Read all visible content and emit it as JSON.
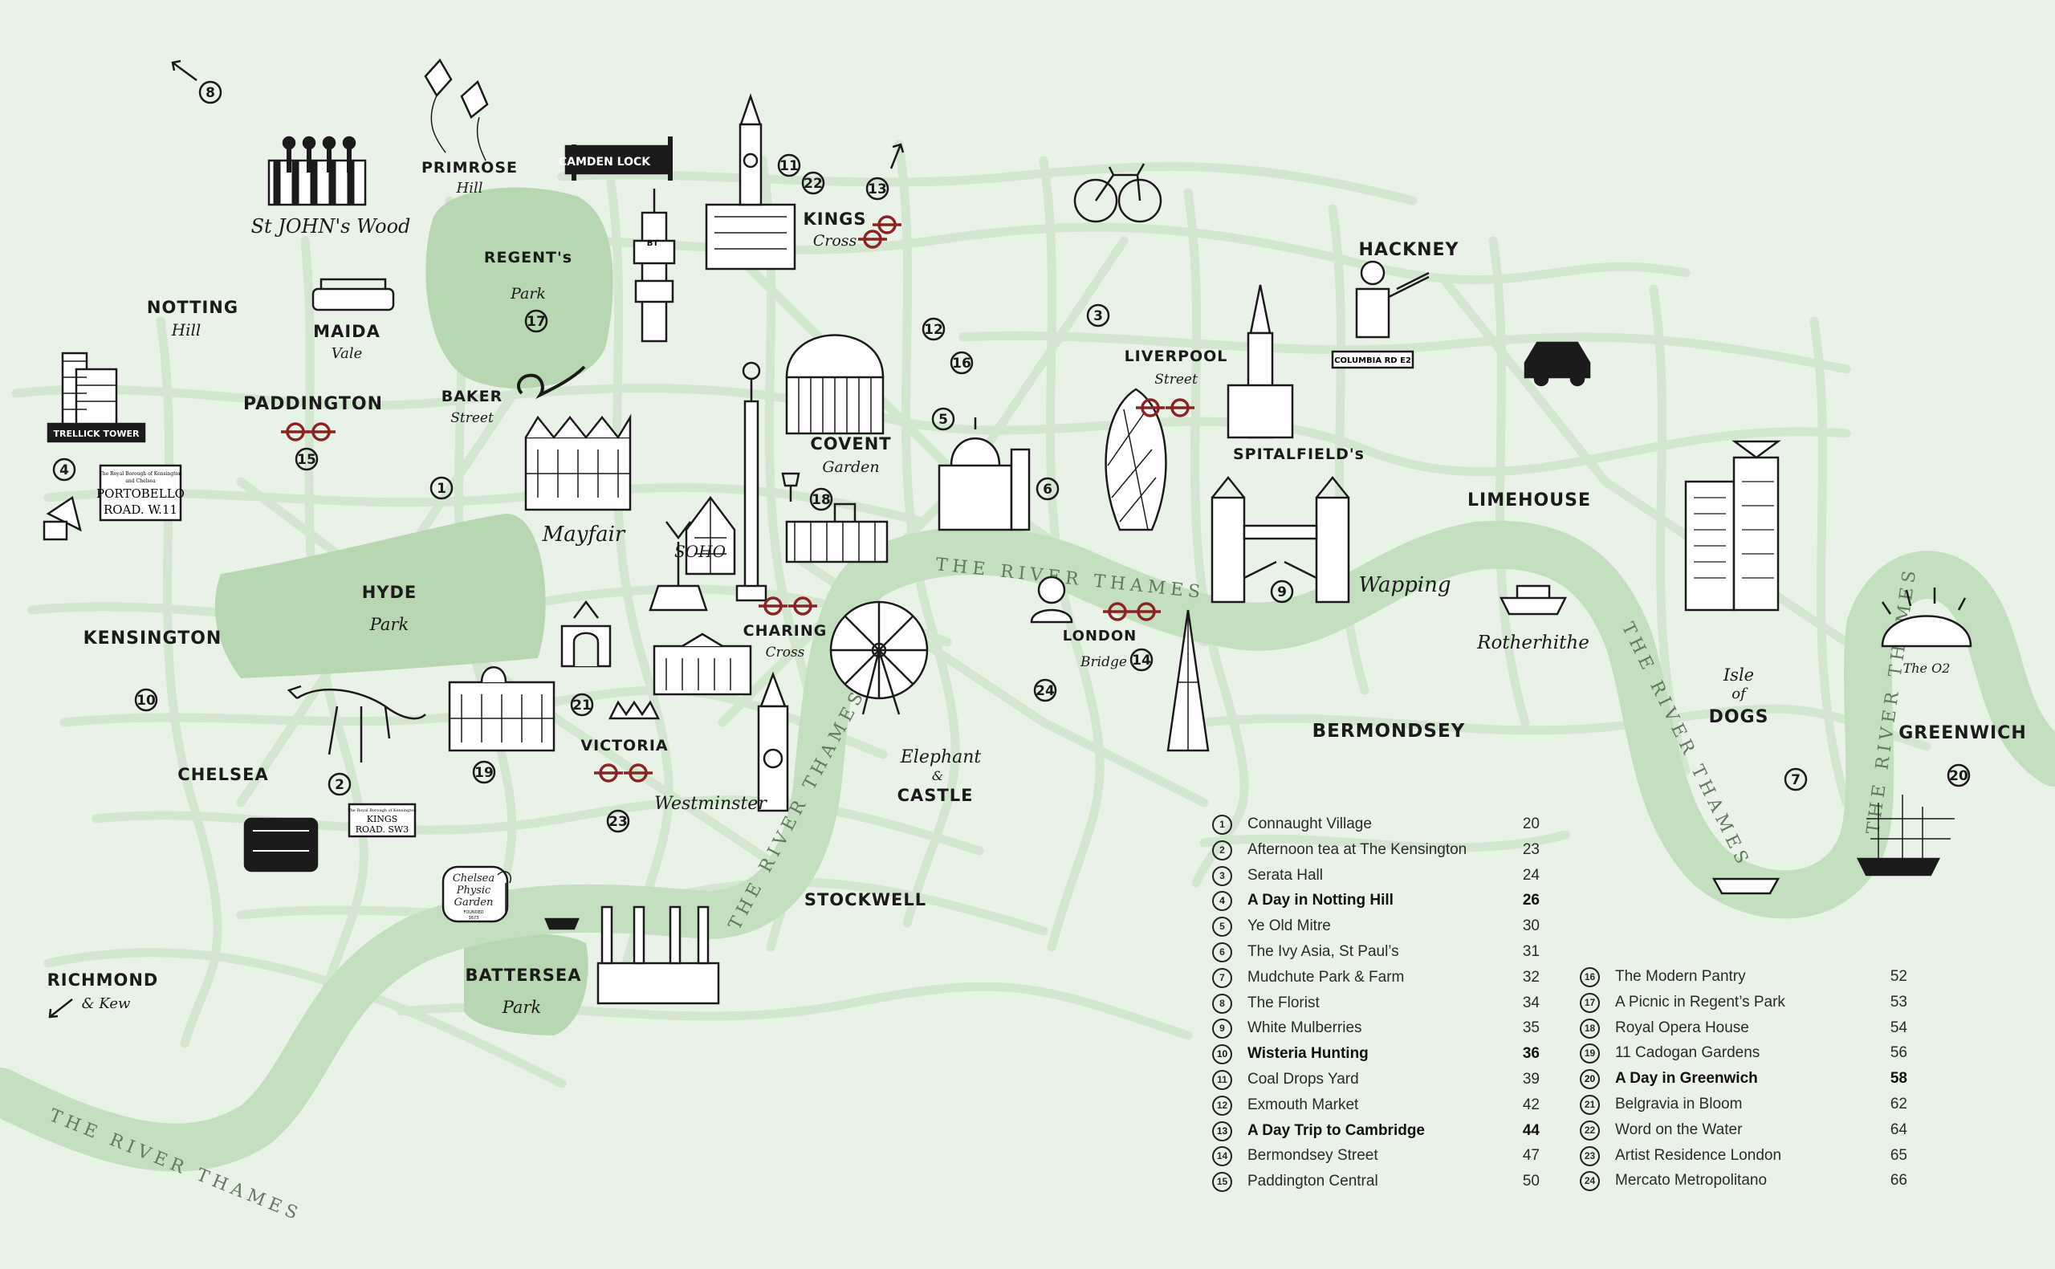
{
  "districts": {
    "st_johns_wood": "St JOHN's Wood",
    "primrose_hill": [
      "PRIMROSE",
      "Hill"
    ],
    "camden_lock": "CAMDEN LOCK",
    "kings_cross": [
      "KINGS",
      "Cross"
    ],
    "hackney": "HACKNEY",
    "notting_hill": [
      "NOTTING",
      "Hill"
    ],
    "maida_vale": [
      "MAIDA",
      "Vale"
    ],
    "regents_park": [
      "REGENT's",
      "Park"
    ],
    "paddington": "PADDINGTON",
    "baker_street": [
      "BAKER",
      "Street"
    ],
    "liverpool_street": [
      "LIVERPOOL",
      "Street"
    ],
    "spitalfields": "SPITALFIELD's",
    "covent_garden": [
      "COVENT",
      "Garden"
    ],
    "limehouse": "LIMEHOUSE",
    "trellick_tower": "TRELLICK TOWER",
    "portobello_sign": [
      "The Royal Borough of Kensington",
      "and Chelsea",
      "PORTOBELLO",
      "ROAD. W.11"
    ],
    "mayfair": "Mayfair",
    "soho": "SOHO",
    "hyde_park": [
      "HYDE",
      "Park"
    ],
    "kensington": "KENSINGTON",
    "charing_cross": [
      "CHARING",
      "Cross"
    ],
    "wapping": "Wapping",
    "rotherhithe": "Rotherhithe",
    "london_bridge": [
      "LONDON",
      "Bridge"
    ],
    "isle_of_dogs": [
      "Isle",
      "of",
      "DOGS"
    ],
    "the_o2": "The O2",
    "greenwich": "GREENWICH",
    "chelsea": "CHELSEA",
    "victoria": "VICTORIA",
    "westminster": "Westminster",
    "elephant_castle": [
      "Elephant",
      "&",
      "CASTLE"
    ],
    "bermondsey": "BERMONDSEY",
    "kings_road_sign": [
      "The Royal Borough of Kensington",
      "KINGS",
      "ROAD. SW3"
    ],
    "chelsea_physic": [
      "Chelsea",
      "Physic",
      "Garden",
      "FOUNDED",
      "1673"
    ],
    "stockwell": "STOCKWELL",
    "battersea_park": [
      "BATTERSEA",
      "Park"
    ],
    "richmond": [
      "RICHMOND",
      "& Kew"
    ],
    "columbia_rd": "COLUMBIA RD E2",
    "river": "THE RIVER THAMES",
    "bt_tower": "BT"
  },
  "markers": [
    {
      "n": "8",
      "key": "m8"
    },
    {
      "n": "11",
      "key": "m11"
    },
    {
      "n": "22",
      "key": "m22"
    },
    {
      "n": "13",
      "key": "m13"
    },
    {
      "n": "17",
      "key": "m17"
    },
    {
      "n": "12",
      "key": "m12"
    },
    {
      "n": "16",
      "key": "m16"
    },
    {
      "n": "3",
      "key": "m3"
    },
    {
      "n": "5",
      "key": "m5"
    },
    {
      "n": "15",
      "key": "m15"
    },
    {
      "n": "4",
      "key": "m4"
    },
    {
      "n": "1",
      "key": "m1"
    },
    {
      "n": "18",
      "key": "m18"
    },
    {
      "n": "6",
      "key": "m6"
    },
    {
      "n": "9",
      "key": "m9"
    },
    {
      "n": "14",
      "key": "m14"
    },
    {
      "n": "10",
      "key": "m10"
    },
    {
      "n": "21",
      "key": "m21"
    },
    {
      "n": "24",
      "key": "m24"
    },
    {
      "n": "19",
      "key": "m19"
    },
    {
      "n": "2",
      "key": "m2"
    },
    {
      "n": "23",
      "key": "m23"
    },
    {
      "n": "7",
      "key": "m7"
    },
    {
      "n": "20",
      "key": "m20"
    }
  ],
  "legend": {
    "col1": [
      {
        "n": "1",
        "name": "Connaught Village",
        "page": "20",
        "bold": false
      },
      {
        "n": "2",
        "name": "Afternoon tea at The Kensington",
        "page": "23",
        "bold": false
      },
      {
        "n": "3",
        "name": "Serata Hall",
        "page": "24",
        "bold": false
      },
      {
        "n": "4",
        "name": "A Day in Notting Hill",
        "page": "26",
        "bold": true
      },
      {
        "n": "5",
        "name": "Ye Old Mitre",
        "page": "30",
        "bold": false
      },
      {
        "n": "6",
        "name": "The Ivy Asia, St Paul’s",
        "page": "31",
        "bold": false
      },
      {
        "n": "7",
        "name": "Mudchute Park & Farm",
        "page": "32",
        "bold": false
      },
      {
        "n": "8",
        "name": "The Florist",
        "page": "34",
        "bold": false
      },
      {
        "n": "9",
        "name": "White Mulberries",
        "page": "35",
        "bold": false
      },
      {
        "n": "10",
        "name": "Wisteria Hunting",
        "page": "36",
        "bold": true
      },
      {
        "n": "11",
        "name": "Coal Drops Yard",
        "page": "39",
        "bold": false
      },
      {
        "n": "12",
        "name": "Exmouth Market",
        "page": "42",
        "bold": false
      },
      {
        "n": "13",
        "name": "A Day Trip to Cambridge",
        "page": "44",
        "bold": true
      },
      {
        "n": "14",
        "name": "Bermondsey Street",
        "page": "47",
        "bold": false
      },
      {
        "n": "15",
        "name": "Paddington Central",
        "page": "50",
        "bold": false
      }
    ],
    "col2": [
      {
        "n": "16",
        "name": "The Modern Pantry",
        "page": "52",
        "bold": false
      },
      {
        "n": "17",
        "name": "A Picnic in Regent’s Park",
        "page": "53",
        "bold": false
      },
      {
        "n": "18",
        "name": "Royal Opera House",
        "page": "54",
        "bold": false
      },
      {
        "n": "19",
        "name": "11 Cadogan Gardens",
        "page": "56",
        "bold": false
      },
      {
        "n": "20",
        "name": "A Day in Greenwich",
        "page": "58",
        "bold": true
      },
      {
        "n": "21",
        "name": "Belgravia in Bloom",
        "page": "62",
        "bold": false
      },
      {
        "n": "22",
        "name": "Word on the Water",
        "page": "64",
        "bold": false
      },
      {
        "n": "23",
        "name": "Artist Residence London",
        "page": "65",
        "bold": false
      },
      {
        "n": "24",
        "name": "Mercato Metropolitano",
        "page": "66",
        "bold": false
      }
    ]
  },
  "colors": {
    "background": "#e9f2e6",
    "streets": "#d3e6cf",
    "parks": "#b9d6b3",
    "river": "#c4dec0",
    "ink": "#1b1b1b",
    "tube_red": "#8a2323"
  }
}
